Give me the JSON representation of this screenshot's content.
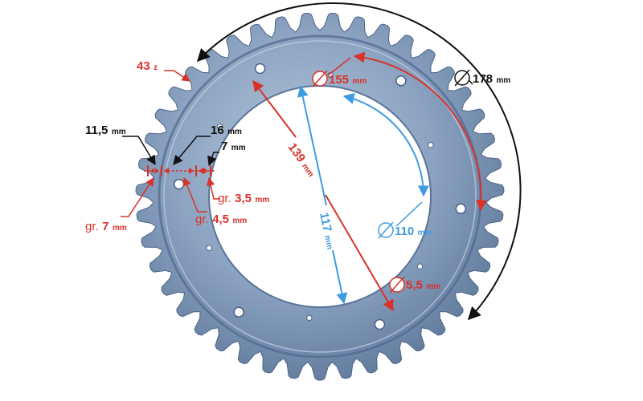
{
  "colors": {
    "red": "#d9322b",
    "blue": "#3f9be0",
    "black": "#111111",
    "steel_light": "#9fb6cf",
    "steel_mid": "#7f98b8",
    "steel_dark": "#506a8c"
  },
  "sprocket": {
    "teeth": "43",
    "teeth_unit": "z",
    "bolt_holes": 6
  },
  "labels": {
    "teeth_count": {
      "value": "43",
      "unit": "z"
    },
    "outer_diameter": {
      "value": "178",
      "unit": "mm"
    },
    "bolt_circle": {
      "value": "155",
      "unit": "mm"
    },
    "center_bore": {
      "value": "110",
      "unit": "mm"
    },
    "hole_diameter": {
      "value": "5,5",
      "unit": "mm"
    },
    "bolt_span": {
      "value": "139",
      "unit": "mm"
    },
    "bore_span": {
      "value": "117",
      "unit": "mm"
    },
    "dim_11_5": {
      "value": "11,5",
      "unit": "mm"
    },
    "dim_16": {
      "value": "16",
      "unit": "mm"
    },
    "dim_7": {
      "value": "7",
      "unit": "mm"
    },
    "gr_3_5": {
      "prefix": "gr.",
      "value": "3,5",
      "unit": "mm"
    },
    "gr_4_5": {
      "prefix": "gr.",
      "value": "4,5",
      "unit": "mm"
    },
    "gr_7": {
      "prefix": "gr.",
      "value": "7",
      "unit": "mm"
    }
  }
}
